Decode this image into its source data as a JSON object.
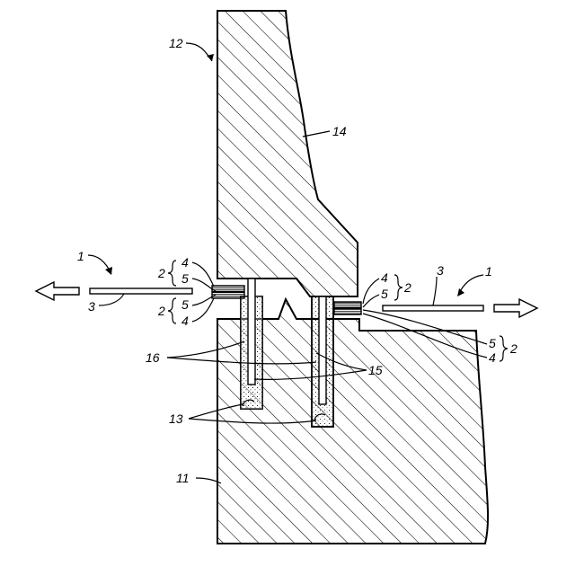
{
  "labels": {
    "n1_left": "1",
    "n1_right": "1",
    "n2_left_top": "2",
    "n2_left_bottom": "2",
    "n2_right_top": "2",
    "n2_right_bottom": "2",
    "n3_left": "3",
    "n3_right": "3",
    "n4_left_top": "4",
    "n4_left_bottom": "4",
    "n4_right_top": "4",
    "n4_right_bottom": "4",
    "n5_left_top": "5",
    "n5_left_bottom": "5",
    "n5_right_top": "5",
    "n5_right_bottom": "5",
    "n11": "11",
    "n12": "12",
    "n13": "13",
    "n14": "14",
    "n15": "15",
    "n16": "16"
  },
  "colors": {
    "ink": "#000000",
    "paper": "#ffffff"
  }
}
